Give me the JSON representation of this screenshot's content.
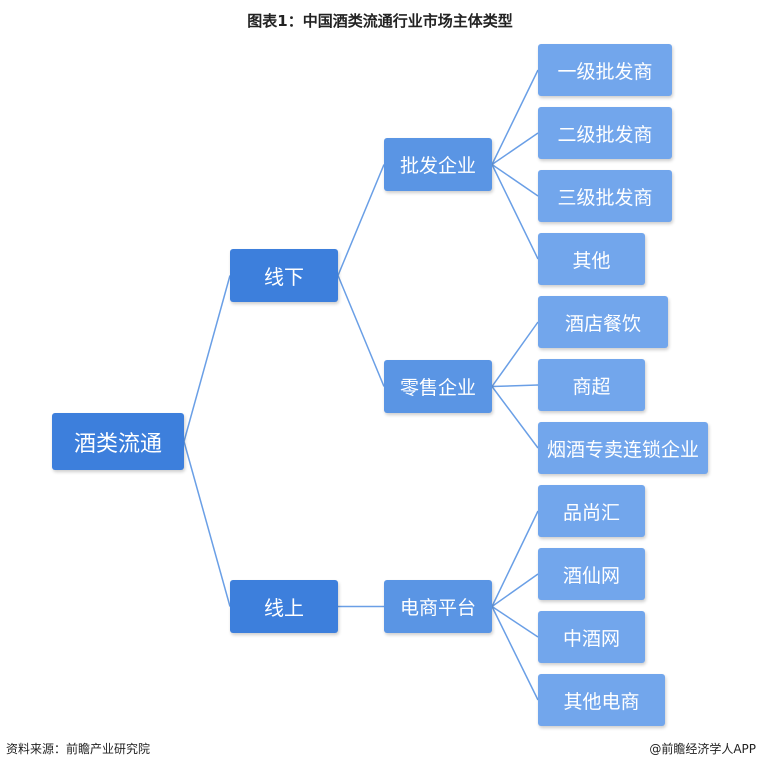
{
  "title": "图表1：中国酒类流通行业市场主体类型",
  "root": "酒类流通",
  "level1": [
    "线下",
    "线上"
  ],
  "level2": [
    "批发企业",
    "零售企业",
    "电商平台"
  ],
  "leaves": [
    "一级批发商",
    "二级批发商",
    "三级批发商",
    "其他",
    "酒店餐饮",
    "商超",
    "烟酒专卖连锁企业",
    "品尚汇",
    "酒仙网",
    "中酒网",
    "其他电商"
  ],
  "source": "资料来源：前瞻产业研究院",
  "credit": "@前瞻经济学人APP",
  "colors": {
    "root": "#3d7fdc",
    "mid": "#5a95e4",
    "leaf": "#72a6ec",
    "line": "#6a9fe6"
  }
}
